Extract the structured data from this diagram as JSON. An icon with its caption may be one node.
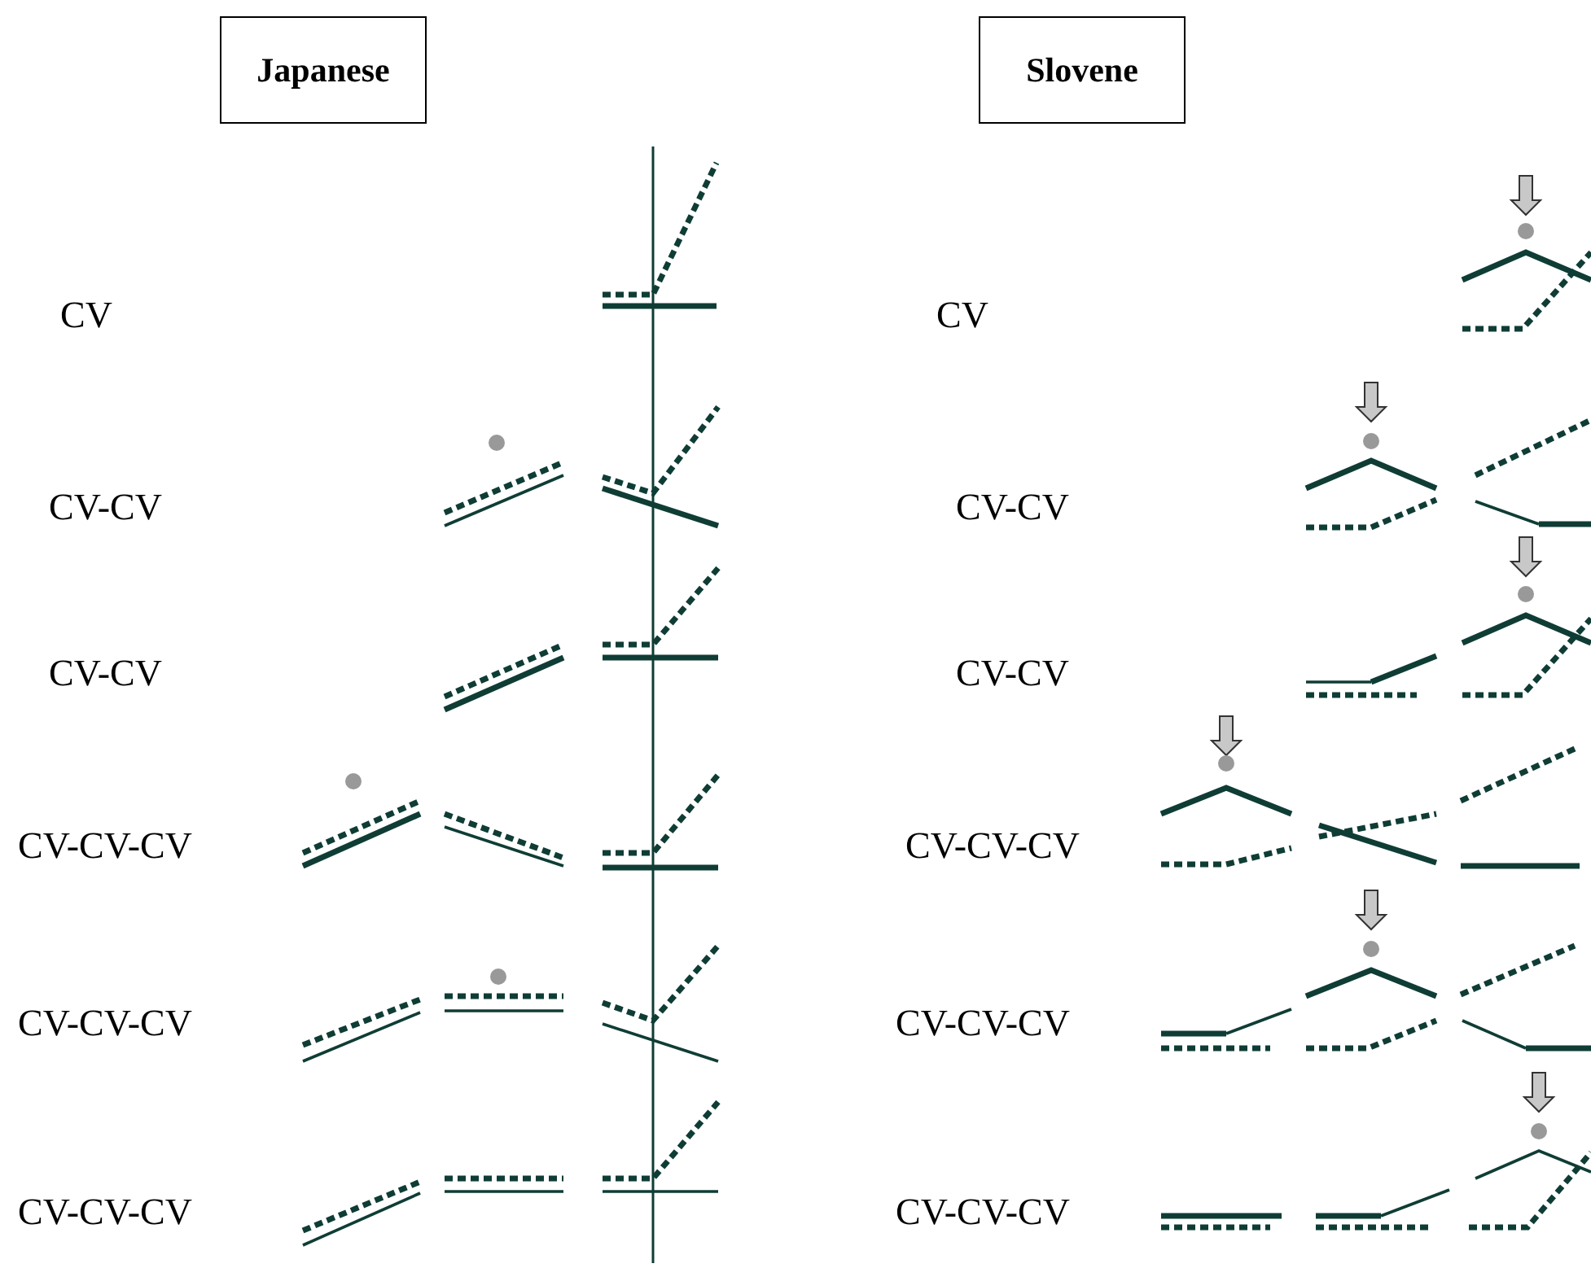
{
  "diagram": {
    "nodes": [
      {
        "text": [
          "Japanese"
        ]
      },
      {
        "text": [
          "Slovene"
        ]
      }
    ],
    "labels": [
      "CV",
      "CV",
      "CV-CV",
      "CV-CV",
      "CV-CV",
      "CV-CV",
      "CV-CV-CV",
      "CV-CV-CV",
      "CV-CV-CV",
      "CV-CV-CV",
      "CV-CV-CV",
      "CV-CV-CV"
    ]
  }
}
